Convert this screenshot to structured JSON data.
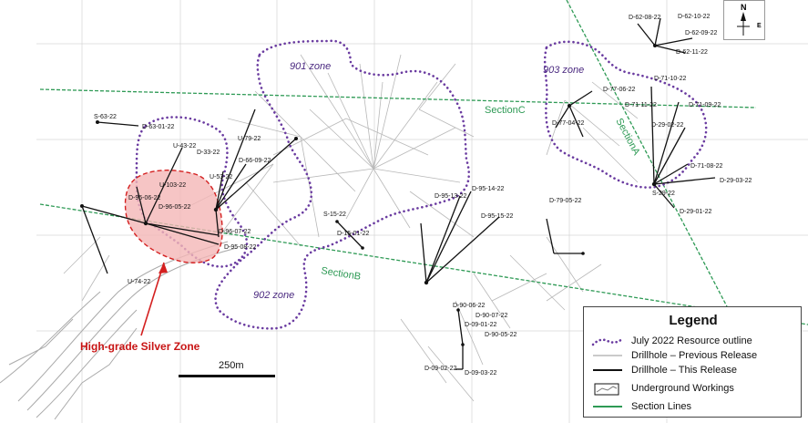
{
  "zones": [
    "901 zone",
    "902 zone",
    "903 zone"
  ],
  "sections": [
    "SectionB",
    "SectionC",
    "SectionA"
  ],
  "high_grade_label": "High-grade Silver Zone",
  "scale_label": "250m",
  "north": {
    "n": "N",
    "e": "E"
  },
  "legend": {
    "title": "Legend",
    "items": [
      {
        "label": "July 2022 Resource outline",
        "symbol": "dotted-purple"
      },
      {
        "label": "Drillhole – Previous Release",
        "symbol": "grey-line"
      },
      {
        "label": "Drillhole – This Release",
        "symbol": "black-line"
      },
      {
        "label": "Underground Workings",
        "symbol": "workings-box"
      },
      {
        "label": "Section Lines",
        "symbol": "green-line"
      }
    ]
  },
  "drillholes": [
    "S-63-22",
    "D-63-01-22",
    "U-43-22",
    "D-33-22",
    "U-79-22",
    "D-66-09-22",
    "U-53-22",
    "D-96-06-22",
    "U-103-22",
    "D-96-05-22",
    "D-96-07-22",
    "D-95-08-22",
    "U-74-22",
    "S-15-22",
    "D-15-01-22",
    "D-95-13-22",
    "D-95-14-22",
    "D-95-15-22",
    "D-79-05-22",
    "D-90-06-22",
    "D-90-07-22",
    "D-09-01-22",
    "D-90-05-22",
    "D-09-02-22",
    "D-09-03-22",
    "D-62-08-22",
    "D-62-10-22",
    "D-62-09-22",
    "D-62-11-22",
    "D-77-06-22",
    "D-71-10-22",
    "D-71-11-22",
    "D-71-09-22",
    "D-77-04-22",
    "D-29-02-22",
    "D-71-08-22",
    "S-29-22",
    "D-29-03-22",
    "D-29-01-22"
  ],
  "colors": {
    "resource_outline": "#6a3ba0",
    "section_line": "#2e9a55",
    "high_grade_fill": "#f4b6b6",
    "high_grade_outline": "#d42020",
    "previous_drillhole": "#b8b8b8"
  }
}
